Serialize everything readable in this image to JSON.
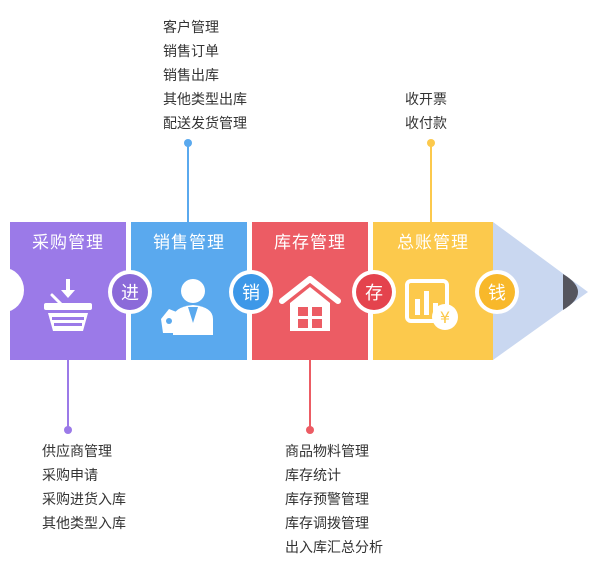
{
  "blocks": [
    {
      "title": "采购管理",
      "color": "#9b7ae8",
      "icon": "basket-icon",
      "connector": "进",
      "connector_color": "#8b6ad9"
    },
    {
      "title": "销售管理",
      "color": "#5aa9ee",
      "icon": "customer-icon",
      "connector": "销",
      "connector_color": "#3d98e8"
    },
    {
      "title": "库存管理",
      "color": "#ec5c64",
      "icon": "warehouse-icon",
      "connector": "存",
      "connector_color": "#e4434d"
    },
    {
      "title": "总账管理",
      "color": "#fcc94c",
      "icon": "finance-chart-icon",
      "connector": "钱",
      "connector_color": "#f8b82a"
    }
  ],
  "lists": {
    "purchase": [
      "供应商管理",
      "采购申请",
      "采购进货入库",
      "其他类型入库"
    ],
    "sales": [
      "客户管理",
      "销售订单",
      "销售出库",
      "其他类型出库",
      "配送发货管理"
    ],
    "inventory": [
      "商品物料管理",
      "库存统计",
      "库存预警管理",
      "库存调拨管理",
      "出入库汇总分析"
    ],
    "ledger": [
      "收开票",
      "收付款"
    ]
  }
}
